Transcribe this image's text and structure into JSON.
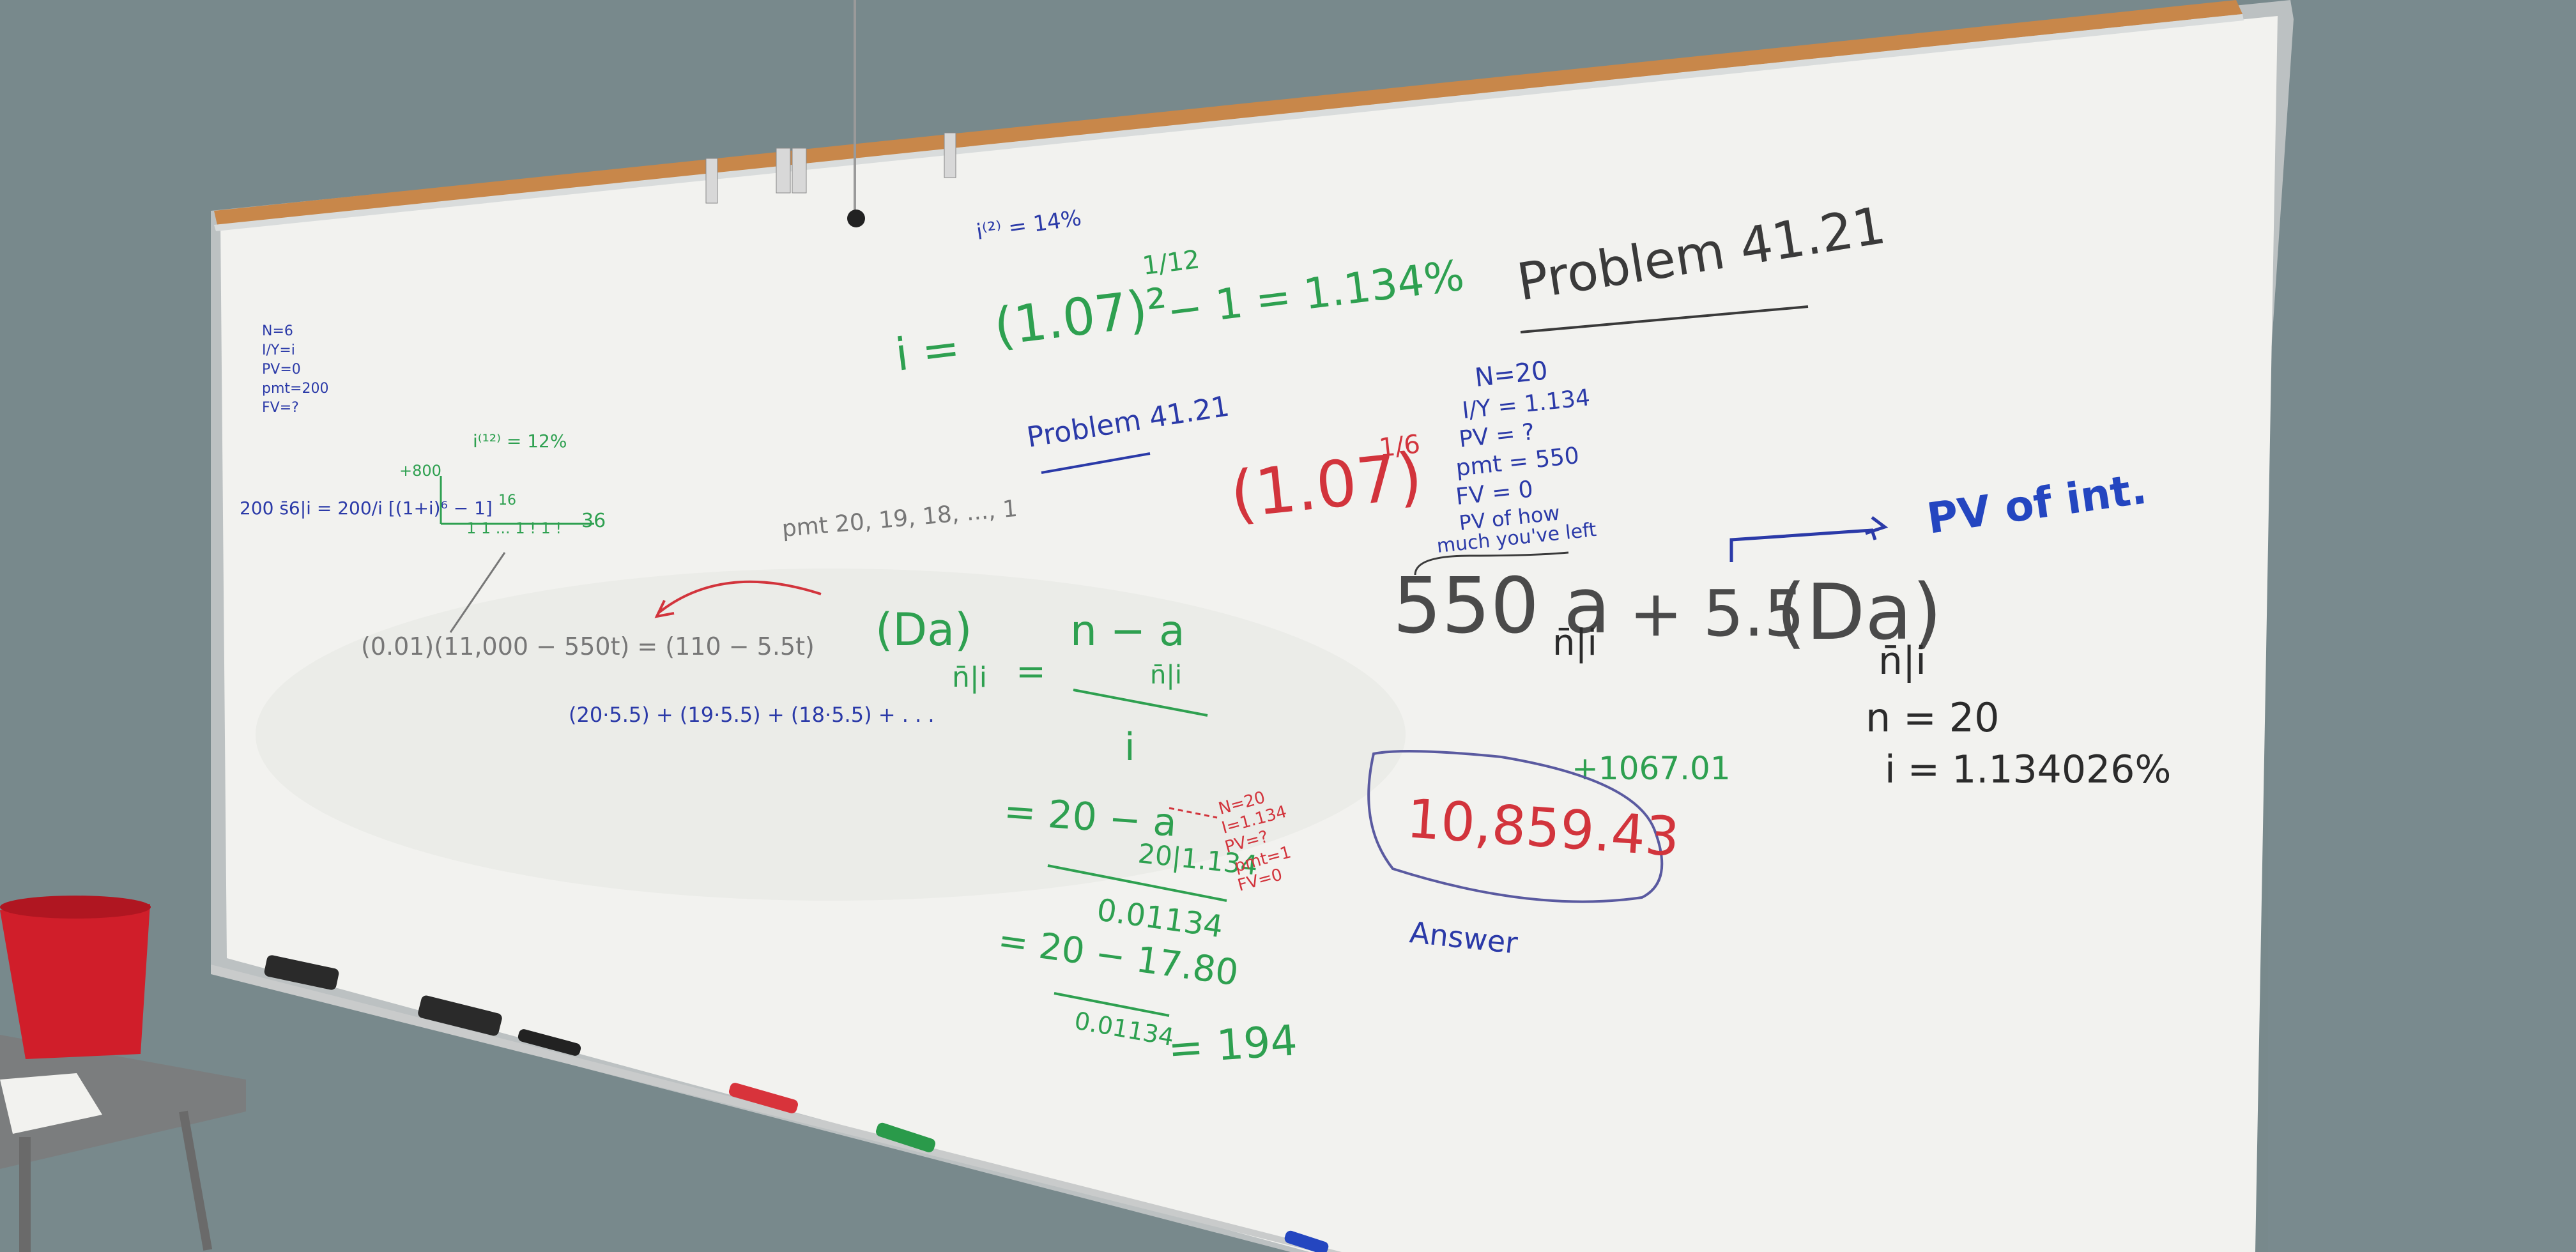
{
  "colors": {
    "wall": "#76868a",
    "board": "#f1f1ee",
    "frame": "#c9cbcb",
    "cork": "#c8874a",
    "green": "#2ea050",
    "blue": "#2b3aa8",
    "red": "#d2343c",
    "black": "#2b2b2b",
    "gray": "#555555"
  },
  "icons": [
    "marker-clip",
    "eraser",
    "dry-erase-marker",
    "red-bucket",
    "table",
    "paper-sheet"
  ],
  "top_center": {
    "i2": "i⁽²⁾ = 14%",
    "i_prefix": "i =",
    "bracket": "(1.07)²",
    "exp": "1/12",
    "rest": "− 1 = 1.134%"
  },
  "problem_heading": "Problem 41.21",
  "problem_small": "Problem 41.21",
  "red_root": "(1.07)",
  "red_root_exp": "1/6",
  "givens": [
    "N=20",
    "I/Y = 1.134",
    "PV = ?",
    "pmt = 550",
    "FV = 0",
    "PV of how",
    "much you've left"
  ],
  "main_formula": {
    "a": "550 a",
    "sub1": "n̄|i",
    "plus": "+ 5.5",
    "da": "(Da)",
    "sub2": "n̄|i"
  },
  "pv_note": "PV of int.",
  "n_value": "n = 20",
  "i_value": "i = 1.134026%",
  "plus_value": "+1067.01",
  "answer_box": "10,859.43",
  "answer_label": "Answer",
  "left_small": [
    "N=6",
    "I/Y=i",
    "PV=0",
    "pmt=200",
    "FV=?"
  ],
  "left_formula": "200 s̄6|i = 200/i [(1+i)⁶ − 1]",
  "left_i12": "i⁽¹²⁾ = 12%",
  "timeline_labels": {
    "start": "+800",
    "mid": "16",
    "end": "36",
    "dots": "1 1 ... 1 ! 1 !"
  },
  "left_expr": "(0.01)(11,000 − 550t) = (110 − 5.5t)",
  "left_sum": "(20·5.5) + (19·5.5) + (18·5.5) + . . .",
  "pmt_text": "pmt 20, 19, 18, ..., 1",
  "da_lhs": "(Da)",
  "da_sub": "n̄|i",
  "da_num": "n − a",
  "da_num_sub": "n̄|i",
  "da_den": "i",
  "step1": "= 20 − a",
  "step1_sub": "20|1.134",
  "step1_den": "0.01134",
  "red_calc": [
    "N=20",
    "I=1.134",
    "PV=?",
    "pmt=1",
    "FV=0"
  ],
  "step2": "= 20 − 17.80",
  "step2_den": "0.01134",
  "step2_result": "= 194"
}
